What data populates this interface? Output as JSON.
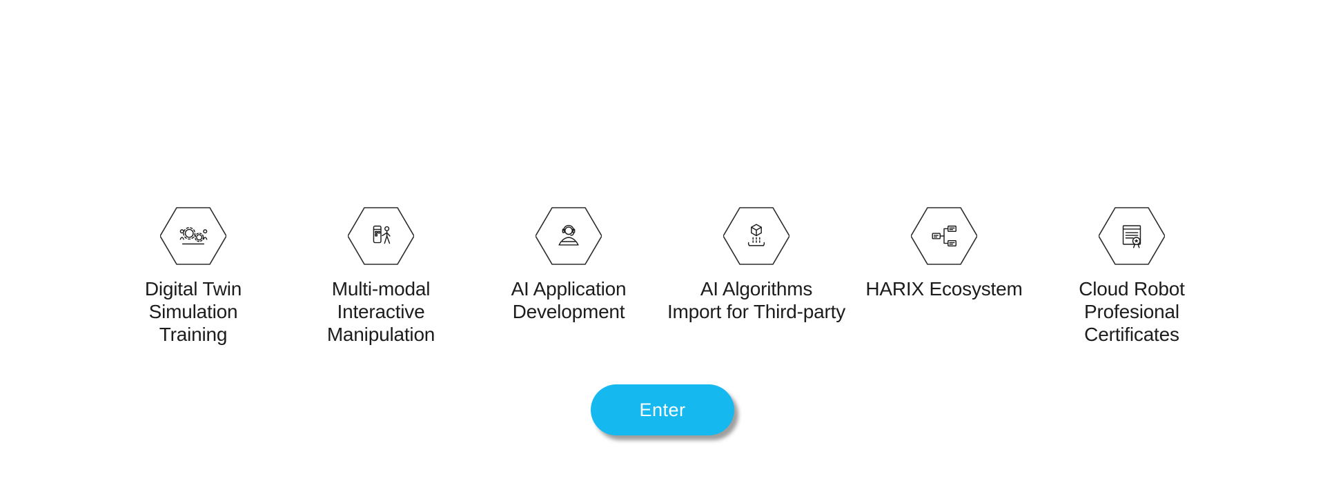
{
  "features": [
    {
      "id": "digital-twin-simulation-training",
      "label": "Digital Twin Simulation\nTraining",
      "icon": "digital-twin-icon"
    },
    {
      "id": "multi-modal-interactive-manipulation",
      "label": "Multi-modal Interactive\nManipulation",
      "icon": "multimodal-manipulation-icon"
    },
    {
      "id": "ai-application-development",
      "label": "AI Application\nDevelopment",
      "icon": "ai-application-icon"
    },
    {
      "id": "ai-algorithms-import-third-party",
      "label": "AI Algorithms\nImport for Third-party",
      "icon": "ai-algorithms-icon"
    },
    {
      "id": "harix-ecosystem",
      "label": "HARIX Ecosystem",
      "icon": "harix-ecosystem-icon"
    },
    {
      "id": "cloud-robot-profesional-certificates",
      "label": "Cloud Robot Profesional\nCertificates",
      "icon": "certificate-icon"
    }
  ],
  "enter_button": {
    "label": "Enter"
  },
  "colors": {
    "accent": "#16b9ef",
    "button_text": "#ffffff",
    "label_text": "#1c1c1c",
    "hexagon_outline": "#2b2b2b",
    "background": "#ffffff"
  }
}
